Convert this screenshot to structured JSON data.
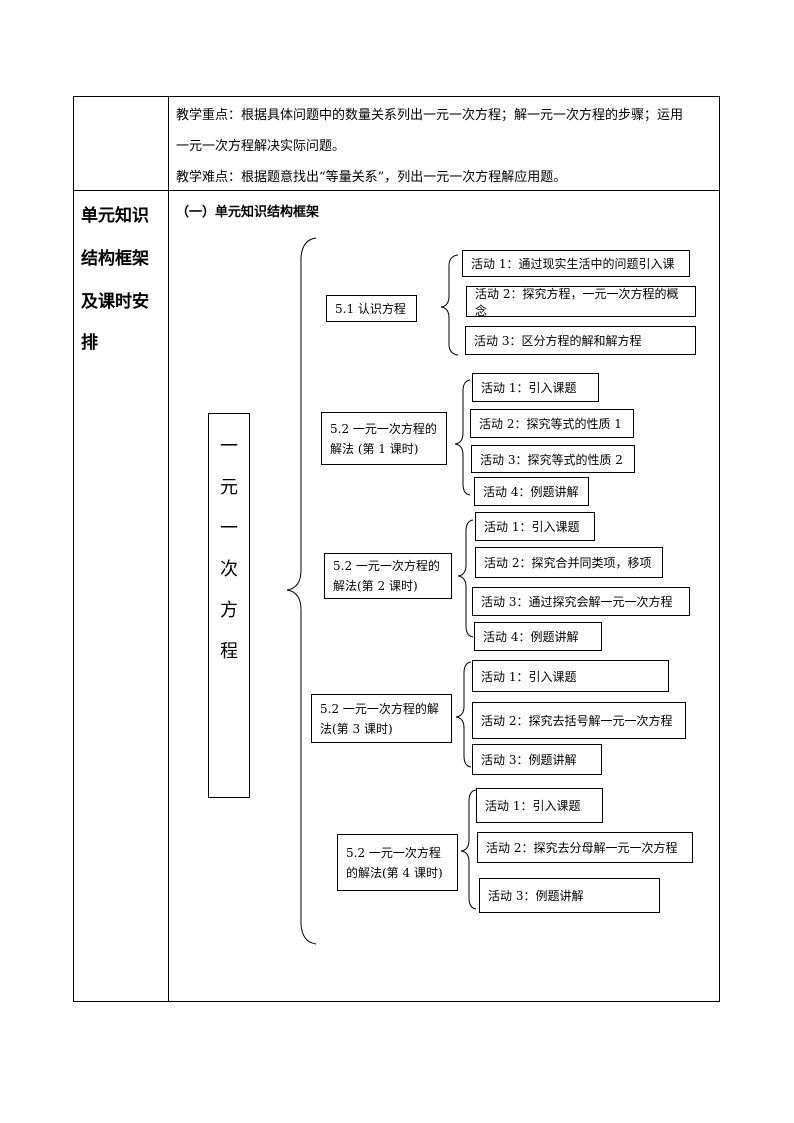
{
  "focus": {
    "line1": "教学重点：根据具体问题中的数量关系列出一元一次方程；解一元一次方程的步骤；运用",
    "line2": "一元一次方程解决实际问题。",
    "line3": "教学难点：根据题意找出“等量关系”，列出一元一次方程解应用题。"
  },
  "section": {
    "title_lines": [
      "单元知识",
      "结构框架",
      "及课时安",
      "排"
    ],
    "subtitle": "（一）单元知识结构框架"
  },
  "framework": {
    "root": [
      "一",
      "元",
      "一",
      "次",
      "方",
      "程"
    ],
    "lessons": [
      {
        "label": "5.1 认识方程",
        "activities": [
          "活动 1：通过现实生活中的问题引入课",
          "活动 2：探究方程，一元一次方程的概念",
          "活动 3：区分方程的解和解方程"
        ]
      },
      {
        "label": "5.2 一元一次方程的解法 (第 1 课时)",
        "activities": [
          "活动 1：引入课题",
          "活动 2：探究等式的性质 1",
          "活动 3：探究等式的性质 2",
          "活动 4：例题讲解"
        ]
      },
      {
        "label": "5.2 一元一次方程的解法(第 2 课时)",
        "activities": [
          "活动 1：引入课题",
          "活动 2：探究合并同类项，移项",
          "活动 3：通过探究会解一元一次方程",
          "活动 4：例题讲解"
        ]
      },
      {
        "label": "5.2 一元一次方程的解法(第 3 课时)",
        "activities": [
          "活动 1：引入课题",
          "活动 2：探究去括号解一元一次方程",
          "活动 3：例题讲解"
        ]
      },
      {
        "label": "5.2 一元一次方程的解法(第 4 课时)",
        "activities": [
          "活动 1：引入课题",
          "活动 2：探究去分母解一元一次方程",
          "活动 3：例题讲解"
        ]
      }
    ]
  }
}
